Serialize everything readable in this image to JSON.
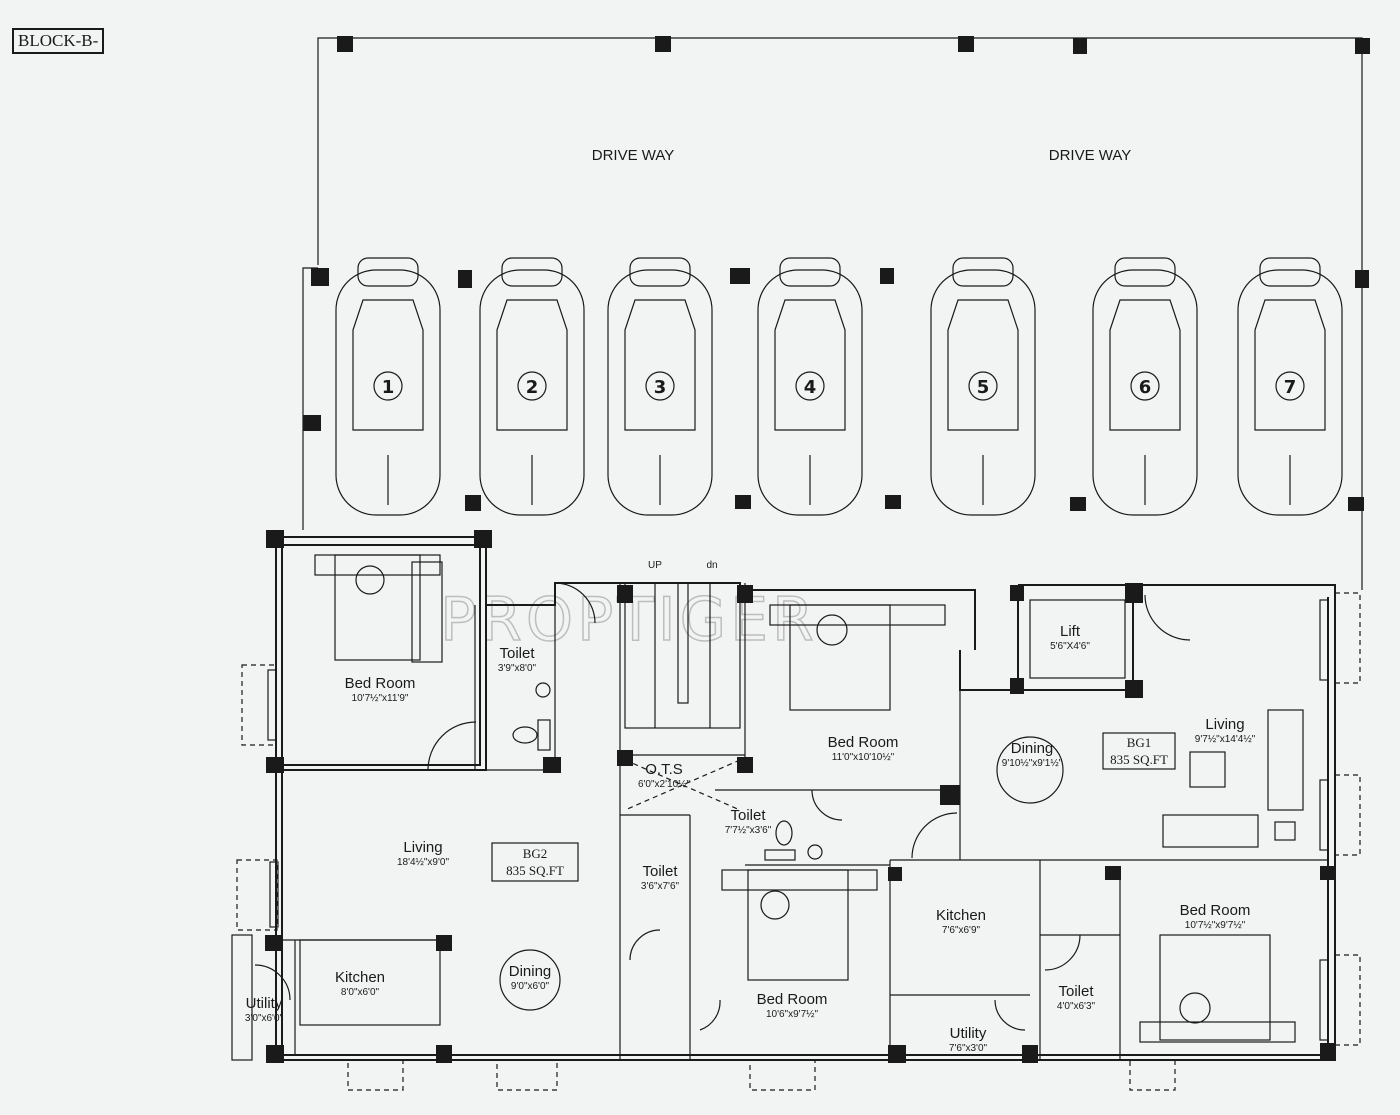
{
  "block_label": "BLOCK-B-",
  "watermark": "PROPTIGER",
  "driveway_labels": [
    "DRIVE WAY",
    "DRIVE WAY"
  ],
  "cars": [
    "1",
    "2",
    "3",
    "4",
    "5",
    "6",
    "7"
  ],
  "flats": [
    {
      "id": "BG2",
      "area": "835 SQ.FT"
    },
    {
      "id": "BG1",
      "area": "835 SQ.FT"
    }
  ],
  "stairs": {
    "up": "UP",
    "down": "dn"
  },
  "rooms": [
    {
      "name": "Bed Room",
      "dim": "10'7½\"x11'9\""
    },
    {
      "name": "Toilet",
      "dim": "3'9\"x8'0\""
    },
    {
      "name": "Living",
      "dim": "18'4½\"x9'0\""
    },
    {
      "name": "Kitchen",
      "dim": "8'0\"x6'0\""
    },
    {
      "name": "Utility",
      "dim": "3'0\"x6'0\""
    },
    {
      "name": "Dining",
      "dim": "9'0\"x6'0\""
    },
    {
      "name": "O.T.S",
      "dim": "6'0\"x2'10½\""
    },
    {
      "name": "Toilet",
      "dim": "3'6\"x7'6\""
    },
    {
      "name": "Toilet",
      "dim": "7'7½\"x3'6\""
    },
    {
      "name": "Bed Room",
      "dim": "11'0\"x10'10½\""
    },
    {
      "name": "Bed Room",
      "dim": "10'6\"x9'7½\""
    },
    {
      "name": "Lift",
      "dim": "5'6\"X4'6\""
    },
    {
      "name": "Dining",
      "dim": "9'10½\"x9'1½\""
    },
    {
      "name": "Living",
      "dim": "9'7½\"x14'4½\""
    },
    {
      "name": "Kitchen",
      "dim": "7'6\"x6'9\""
    },
    {
      "name": "Utility",
      "dim": "7'6\"x3'0\""
    },
    {
      "name": "Toilet",
      "dim": "4'0\"x6'3\""
    },
    {
      "name": "Bed Room",
      "dim": "10'7½\"x9'7½\""
    }
  ]
}
